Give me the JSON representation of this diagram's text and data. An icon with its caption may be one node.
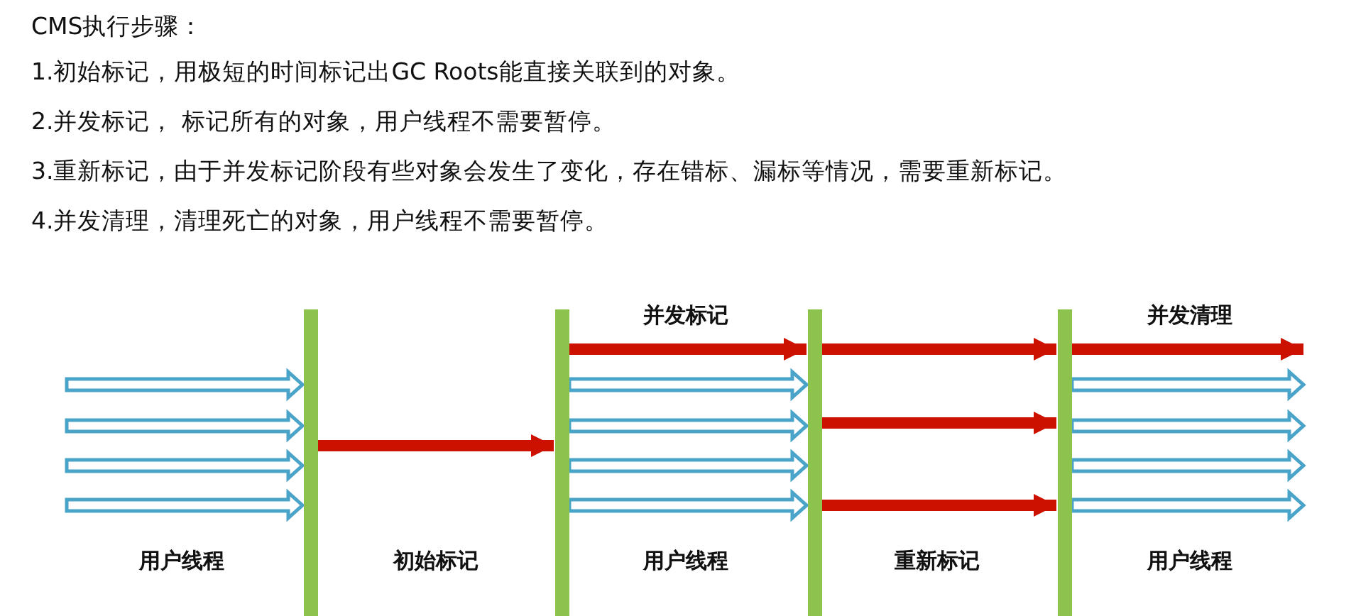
{
  "diagram": {
    "title": "CMS执行步骤：",
    "nodes": [
      {
        "text": [],
        "shape": "bar"
      },
      {
        "text": [],
        "shape": "bar"
      },
      {
        "text": [],
        "shape": "bar"
      },
      {
        "text": [],
        "shape": "bar"
      }
    ],
    "edges": [
      {
        "from": null,
        "to": 0,
        "arrow": "to"
      },
      {
        "from": null,
        "to": 0,
        "arrow": "to"
      },
      {
        "from": null,
        "to": 0,
        "arrow": "to"
      },
      {
        "from": null,
        "to": 0,
        "arrow": "to"
      },
      {
        "from": 0,
        "to": 1,
        "arrow": "to",
        "color": "#cc1100"
      },
      {
        "from": 1,
        "to": 2,
        "arrow": "to",
        "color": "#cc1100"
      },
      {
        "from": 1,
        "to": 2,
        "arrow": "to"
      },
      {
        "from": 1,
        "to": 2,
        "arrow": "to"
      },
      {
        "from": 1,
        "to": 2,
        "arrow": "to"
      },
      {
        "from": 1,
        "to": 2,
        "arrow": "to"
      },
      {
        "from": 2,
        "to": 3,
        "arrow": "to",
        "color": "#cc1100"
      },
      {
        "from": 2,
        "to": 3,
        "arrow": "to",
        "color": "#cc1100"
      },
      {
        "from": 2,
        "to": 3,
        "arrow": "to",
        "color": "#cc1100"
      },
      {
        "from": 3,
        "to": null,
        "arrow": "to",
        "color": "#cc1100"
      },
      {
        "from": 3,
        "to": null,
        "arrow": "to"
      },
      {
        "from": 3,
        "to": null,
        "arrow": "to"
      },
      {
        "from": 3,
        "to": null,
        "arrow": "to"
      },
      {
        "from": 3,
        "to": null,
        "arrow": "to"
      }
    ],
    "labels": [
      "1.初始标记，用极短的时间标记出GC Roots能直接关联到的对象。",
      "2.并发标记， 标记所有的对象，用户线程不需要暂停。",
      "3.重新标记，由于并发标记阶段有些对象会发生了变化，存在错标、漏标等情况，需要重新标记。",
      "4.并发清理，清理死亡的对象，用户线程不需要暂停。",
      "并发标记",
      "并发清理",
      "用户线程",
      "初始标记",
      "用户线程",
      "重新标记",
      "用户线程"
    ]
  }
}
